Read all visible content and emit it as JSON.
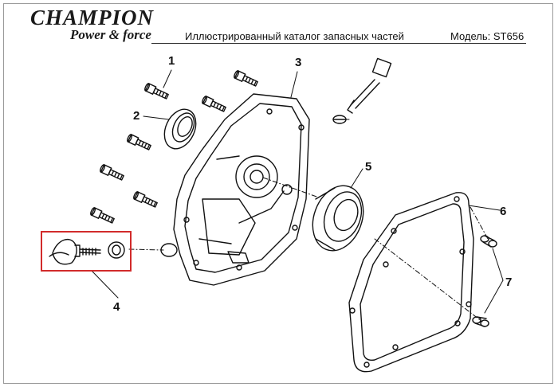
{
  "header": {
    "brand_name": "CHAMPION",
    "brand_tagline": "Power & force",
    "catalog_title": "Иллюстрированный каталог запасных частей",
    "model_label": "Модель: ST656"
  },
  "callouts": [
    "1",
    "2",
    "3",
    "4",
    "5",
    "6",
    "7"
  ],
  "colors": {
    "highlight_box": "#d22b2b",
    "line": "#111111"
  }
}
